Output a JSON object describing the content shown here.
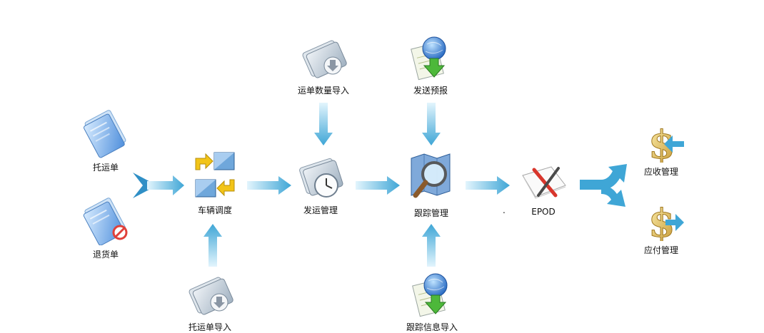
{
  "nodes": {
    "tuoyundan": "托运单",
    "tuihuodan": "退货单",
    "cheliang_diaodu": "车辆调度",
    "tuoyundan_daoru": "托运单导入",
    "yundan_shuliang_daoru": "运单数量导入",
    "fayun_guanli": "发运管理",
    "fasong_yubao": "发送预报",
    "genzong_guanli": "跟踪管理",
    "genzong_xinxi_daoru": "跟踪信息导入",
    "epod": "EPOD",
    "dot": ".",
    "yingshou_guanli": "应收管理",
    "yingfu_guanli": "应付管理"
  },
  "colors": {
    "arrow_light": "#d6f0fb",
    "arrow_dark": "#3fa6d6",
    "doc_blue": "#5f9be0",
    "folder_grey": "#b9c3cd",
    "globe_blue": "#2f7fd8",
    "download_green": "#4db83a",
    "gold": "#d6b04a"
  },
  "icons": {
    "tuoyundan": "document-stack-icon",
    "tuihuodan": "document-forbidden-icon",
    "cheliang_diaodu": "dispatch-swap-icon",
    "tuoyundan_daoru": "folder-download-icon",
    "yundan_shuliang_daoru": "folder-download-icon",
    "fayun_guanli": "folder-clock-icon",
    "fasong_yubao": "globe-download-icon",
    "genzong_guanli": "magnifier-map-icon",
    "genzong_xinxi_daoru": "globe-download-icon",
    "epod": "pen-pencil-icon",
    "yingshou_guanli": "dollar-receive-icon",
    "yingfu_guanli": "dollar-pay-icon"
  }
}
